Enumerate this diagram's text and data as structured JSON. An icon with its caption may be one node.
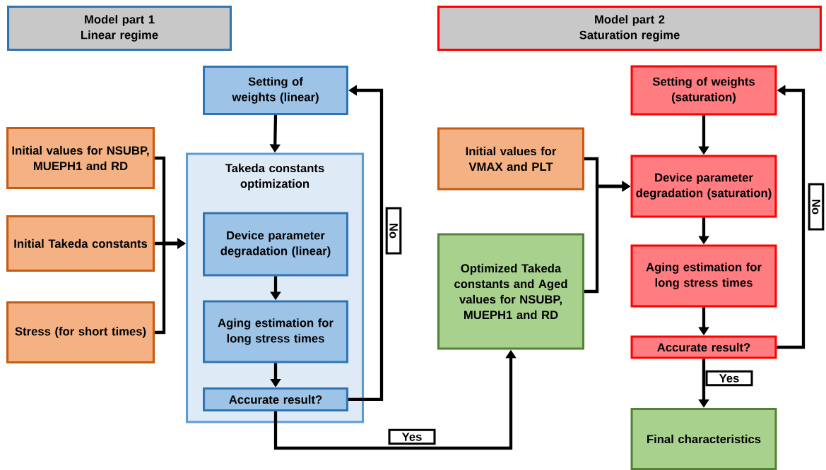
{
  "diagram": {
    "nodes": [
      {
        "text": [
          "Model part 1 Linear regime"
        ]
      },
      {
        "text": [
          "Model part 2 Saturation regime"
        ]
      },
      {
        "text": [
          "Setting of weights (linear)"
        ]
      },
      {
        "text": [
          "Initial values for NSUBP, MUEPH1 and RD"
        ]
      },
      {
        "text": [
          "Initial Takeda constants"
        ]
      },
      {
        "text": [
          "Stress (for short times)"
        ]
      },
      {
        "text": [
          "Takeda constants optimization"
        ]
      },
      {
        "text": [
          "Device parameter degradation (linear)"
        ],
        "in": 6
      },
      {
        "text": [
          "Aging estimation for long stress times"
        ],
        "in": 6
      },
      {
        "text": [
          "Accurate result?"
        ],
        "in": 6
      },
      {
        "text": [
          "Initial values for VMAX and PLT"
        ]
      },
      {
        "text": [
          "Optimized Takeda constants and Aged values for NSUBP, MUEPH1 and RD"
        ]
      },
      {
        "text": [
          "Setting of weights (saturation)"
        ]
      },
      {
        "text": [
          "Device parameter degradation (saturation)"
        ]
      },
      {
        "text": [
          "Aging estimation for long stress times"
        ]
      },
      {
        "text": [
          "Accurate result?"
        ]
      },
      {
        "text": [
          "Final characteristics"
        ]
      }
    ],
    "edges": [
      {
        "from": 2,
        "to": 6,
        "arrow": "to"
      },
      {
        "from": 3,
        "to": 6,
        "arrow": "to"
      },
      {
        "from": 4,
        "to": 6,
        "arrow": "to"
      },
      {
        "from": 5,
        "to": 6,
        "arrow": "to"
      },
      {
        "from": 7,
        "to": 8,
        "arrow": "to"
      },
      {
        "from": 8,
        "to": 9,
        "arrow": "to"
      },
      {
        "from": 9,
        "to": 2,
        "arrow": "to",
        "label": "No"
      },
      {
        "from": 9,
        "to": 11,
        "arrow": "to",
        "label": "Yes"
      },
      {
        "from": 10,
        "to": 13,
        "arrow": "to"
      },
      {
        "from": 11,
        "to": 13,
        "arrow": "to"
      },
      {
        "from": 12,
        "to": 13,
        "arrow": "to"
      },
      {
        "from": 13,
        "to": 14,
        "arrow": "to"
      },
      {
        "from": 14,
        "to": 15,
        "arrow": "to"
      },
      {
        "from": 15,
        "to": 12,
        "arrow": "to",
        "label": "No"
      },
      {
        "from": 15,
        "to": 16,
        "arrow": "to",
        "label": "Yes"
      }
    ]
  }
}
